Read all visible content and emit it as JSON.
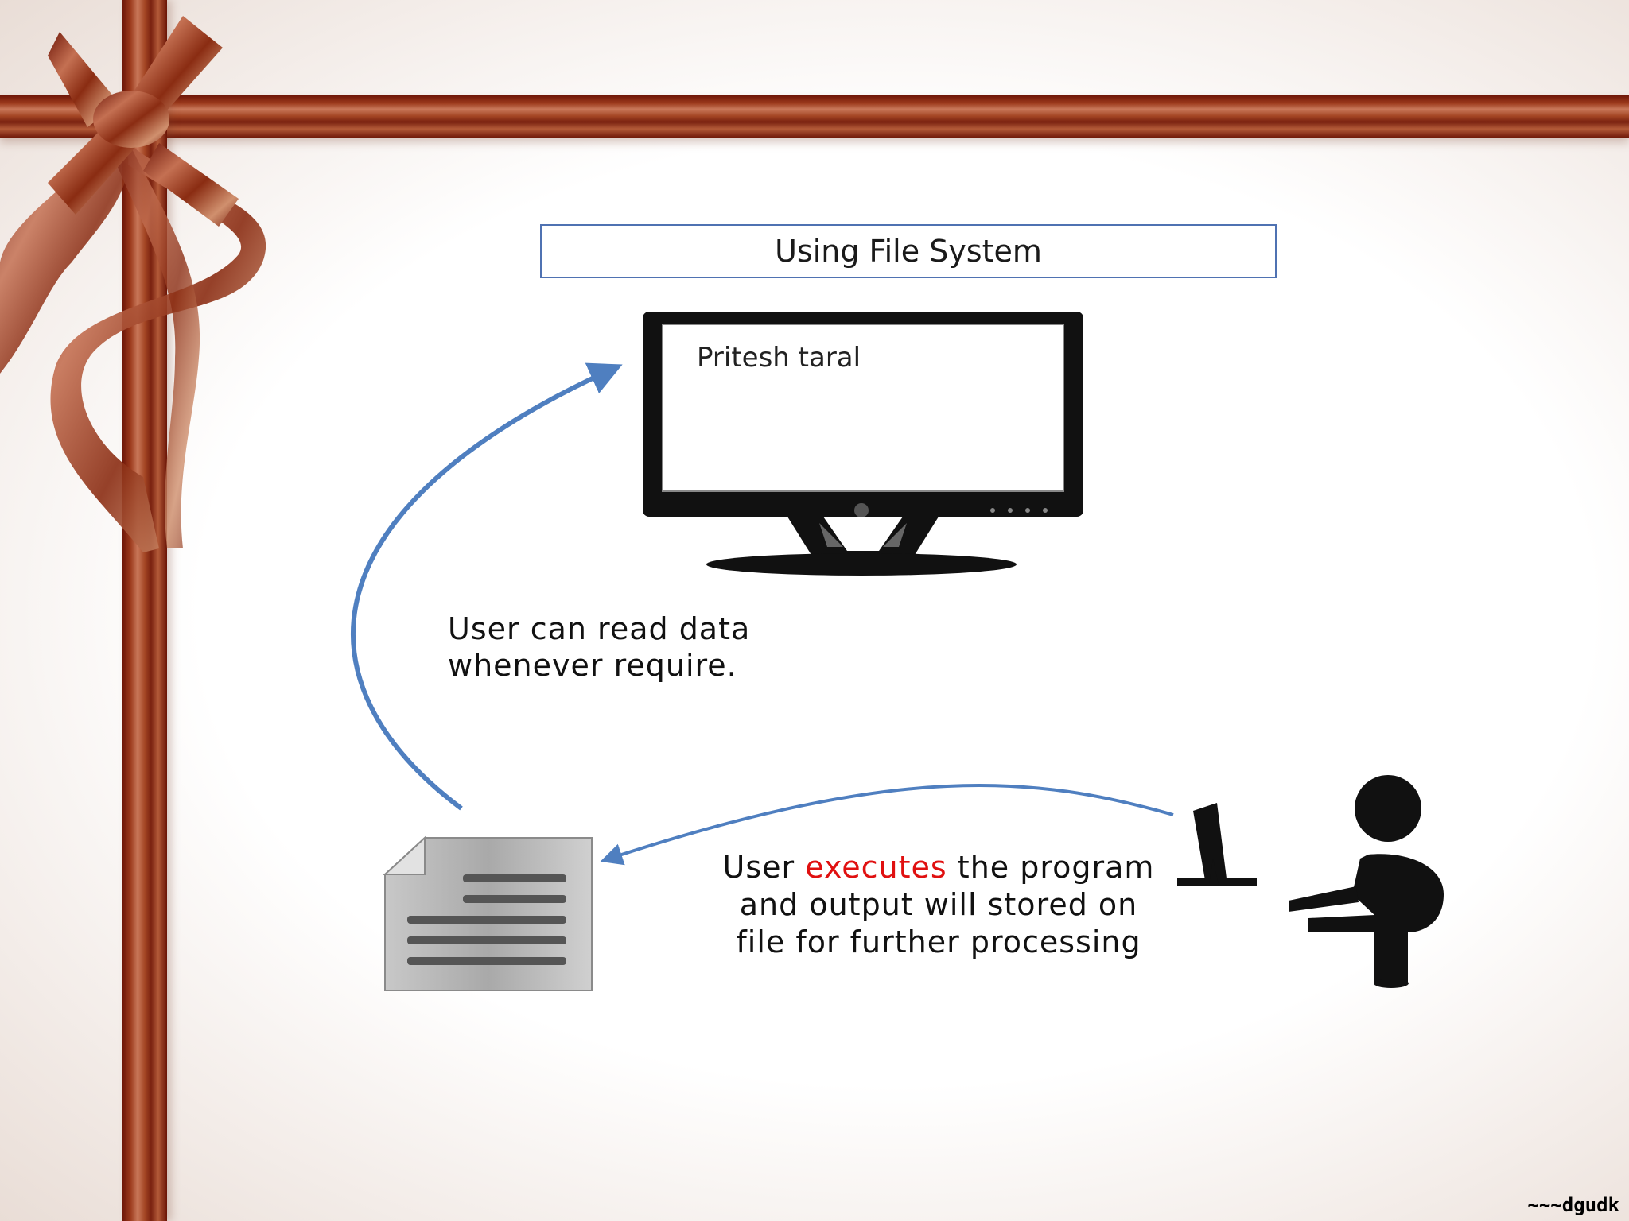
{
  "slide": {
    "title": "Using File System",
    "monitor_screen_text": "Pritesh taral",
    "read_caption": {
      "line1": "User can read data",
      "line2": "whenever require."
    },
    "execute_caption": {
      "part1": "User ",
      "highlight": "executes",
      "part2": " the program and output will stored on file for further processing"
    },
    "watermark": "~~~dgudk"
  },
  "icons": [
    "ribbon-bow-icon",
    "monitor-icon",
    "document-icon",
    "person-at-computer-icon",
    "curved-arrow-icon"
  ],
  "colors": {
    "ribbon": "#8b2a12",
    "title_border": "#4f72b2",
    "arrow": "#4f7fc0",
    "highlight": "#e01010",
    "text": "#111111"
  }
}
